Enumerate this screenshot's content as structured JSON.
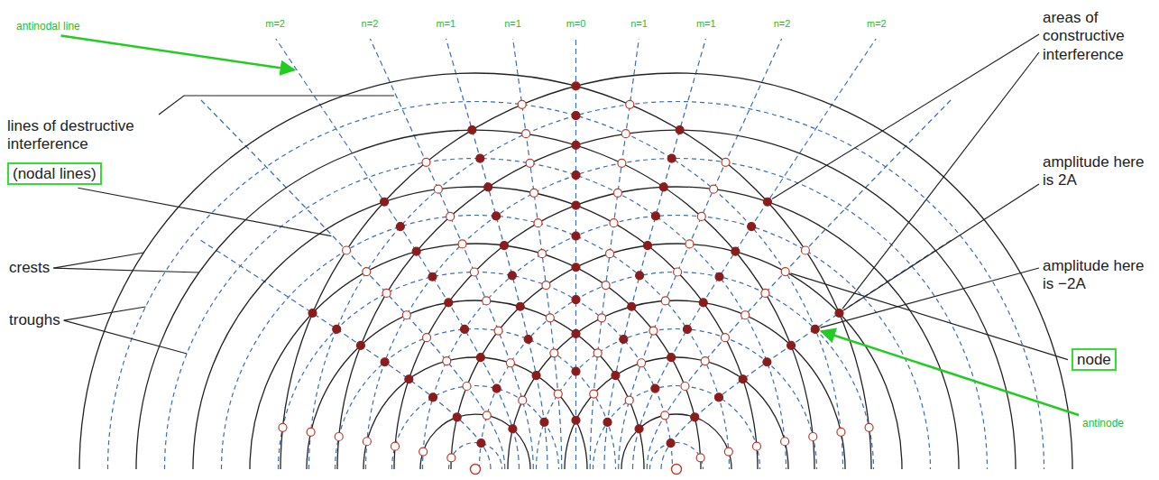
{
  "diagram": {
    "nodes": [
      {
        "text": [
          "(nodal lines)"
        ]
      },
      {
        "text": [
          "node"
        ]
      }
    ],
    "labels": [
      "antinodal line",
      "m=2",
      "n=2",
      "m=1",
      "n=1",
      "m=0",
      "n=1",
      "m=1",
      "n=2",
      "m=2",
      "lines of destructive interference",
      "crests",
      "troughs",
      "areas of constructive interference",
      "amplitude here is 2A",
      "amplitude here is −2A",
      "antinode"
    ]
  }
}
